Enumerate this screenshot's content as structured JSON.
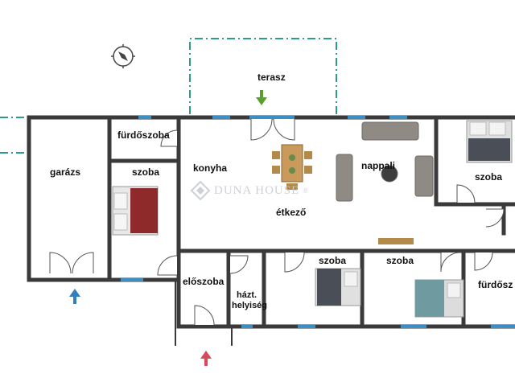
{
  "rooms": {
    "terasz": "terasz",
    "furdoszoba_top": "fürdőszoba",
    "garazs": "garázs",
    "szoba_left": "szoba",
    "konyha": "konyha",
    "nappali": "nappali",
    "szoba_right": "szoba",
    "etkezo": "étkező",
    "eloszoba": "előszoba",
    "haztartasi_line1": "házt.",
    "haztartasi_line2": "helyiség",
    "szoba_bottom1": "szoba",
    "szoba_bottom2": "szoba",
    "furdoszoba_right": "fürdősz"
  },
  "watermark": {
    "text": "DUNA HOUSE",
    "registered": "®"
  },
  "icons": {
    "compass": "compass-icon",
    "entry_green": "arrow-down-icon",
    "entry_blue": "arrow-up-icon",
    "entry_red": "arrow-up-icon"
  },
  "colors": {
    "wall": "#3a3a3a",
    "window": "#3b8fc7",
    "terrace_dash": "#2a9d8f",
    "arrow_green": "#5aa02c",
    "arrow_blue": "#2f7fc1",
    "arrow_red": "#d64a5a",
    "sofa": "#8f8a84",
    "bed_red": "#8e2a2a",
    "bed_dark": "#4a4e57",
    "bed_teal": "#6e9aa0",
    "wood": "#b48a4a"
  }
}
